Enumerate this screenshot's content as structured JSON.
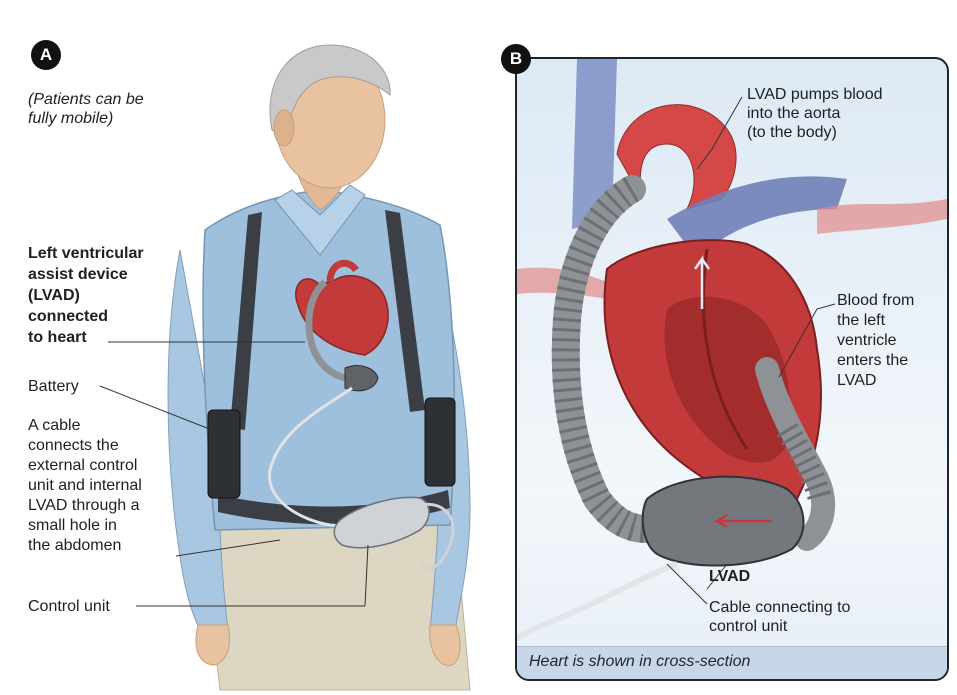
{
  "panel_a": {
    "badge": "A",
    "note": "(Patients can be\nfully mobile)",
    "labels": {
      "lvad": "Left ventricular\nassist device\n(LVAD)\nconnected\nto heart",
      "battery": "Battery",
      "cable": "A cable\nconnects the\nexternal control\nunit and internal\nLVAD through a\nsmall hole in\nthe abdomen",
      "control_unit": "Control unit"
    }
  },
  "panel_b": {
    "badge": "B",
    "labels": {
      "pumps": "LVAD pumps blood\ninto the aorta\n(to the body)",
      "blood_from": "Blood from\nthe left\nventricle\nenters the\nLVAD",
      "lvad": "LVAD",
      "cable": "Cable connecting to\ncontrol unit"
    },
    "caption": "Heart is shown in cross-section"
  },
  "colors": {
    "shirt": "#9fc0dc",
    "skin": "#e9c3a0",
    "heart": "#c33a3a",
    "vessel_blue": "#7b8fc4",
    "device_gray": "#8e9297",
    "strap": "#3b3f45"
  }
}
